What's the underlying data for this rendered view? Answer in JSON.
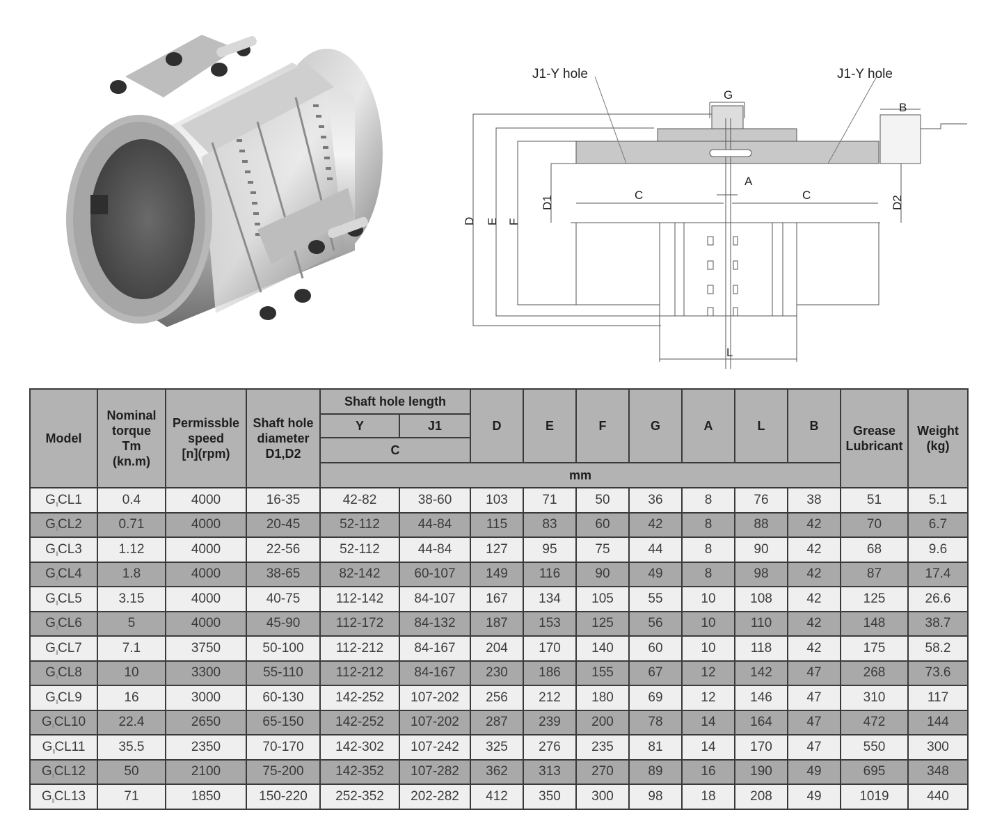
{
  "drawing": {
    "labels": {
      "hole_left": "J1-Y hole",
      "hole_right": "J1-Y hole",
      "G": "G",
      "B": "B",
      "A": "A",
      "C_left": "C",
      "C_right": "C",
      "D1": "D1",
      "D2": "D2",
      "D": "D",
      "E": "E",
      "F": "F",
      "L": "L"
    }
  },
  "table": {
    "headers": {
      "model": "Model",
      "torque": [
        "Nominal",
        "torque",
        "Tm",
        "(kn.m)"
      ],
      "speed": [
        "Permissble",
        "speed",
        "[n](rpm)"
      ],
      "diameter": [
        "Shaft hole",
        "diameter",
        "D1,D2"
      ],
      "shaft_hole_length": "Shaft hole length",
      "Y": "Y",
      "J1": "J1",
      "C": "C",
      "D": "D",
      "E": "E",
      "F": "F",
      "G": "G",
      "A": "A",
      "L": "L",
      "B": "B",
      "units": "mm",
      "grease": [
        "Grease",
        "Lubricant"
      ],
      "weight": [
        "Weight",
        "(kg)"
      ]
    },
    "model_prefix": "G",
    "model_subscript": "II",
    "rows": [
      {
        "model": "CL1",
        "torque": "0.4",
        "speed": "4000",
        "diameter": "16-35",
        "Y": "42-82",
        "J1": "38-60",
        "D": "103",
        "E": "71",
        "F": "50",
        "G": "36",
        "A": "8",
        "L": "76",
        "B": "38",
        "grease": "51",
        "weight": "5.1"
      },
      {
        "model": "CL2",
        "torque": "0.71",
        "speed": "4000",
        "diameter": "20-45",
        "Y": "52-112",
        "J1": "44-84",
        "D": "115",
        "E": "83",
        "F": "60",
        "G": "42",
        "A": "8",
        "L": "88",
        "B": "42",
        "grease": "70",
        "weight": "6.7"
      },
      {
        "model": "CL3",
        "torque": "1.12",
        "speed": "4000",
        "diameter": "22-56",
        "Y": "52-112",
        "J1": "44-84",
        "D": "127",
        "E": "95",
        "F": "75",
        "G": "44",
        "A": "8",
        "L": "90",
        "B": "42",
        "grease": "68",
        "weight": "9.6"
      },
      {
        "model": "CL4",
        "torque": "1.8",
        "speed": "4000",
        "diameter": "38-65",
        "Y": "82-142",
        "J1": "60-107",
        "D": "149",
        "E": "116",
        "F": "90",
        "G": "49",
        "A": "8",
        "L": "98",
        "B": "42",
        "grease": "87",
        "weight": "17.4"
      },
      {
        "model": "CL5",
        "torque": "3.15",
        "speed": "4000",
        "diameter": "40-75",
        "Y": "112-142",
        "J1": "84-107",
        "D": "167",
        "E": "134",
        "F": "105",
        "G": "55",
        "A": "10",
        "L": "108",
        "B": "42",
        "grease": "125",
        "weight": "26.6"
      },
      {
        "model": "CL6",
        "torque": "5",
        "speed": "4000",
        "diameter": "45-90",
        "Y": "112-172",
        "J1": "84-132",
        "D": "187",
        "E": "153",
        "F": "125",
        "G": "56",
        "A": "10",
        "L": "110",
        "B": "42",
        "grease": "148",
        "weight": "38.7"
      },
      {
        "model": "CL7",
        "torque": "7.1",
        "speed": "3750",
        "diameter": "50-100",
        "Y": "112-212",
        "J1": "84-167",
        "D": "204",
        "E": "170",
        "F": "140",
        "G": "60",
        "A": "10",
        "L": "118",
        "B": "42",
        "grease": "175",
        "weight": "58.2"
      },
      {
        "model": "CL8",
        "torque": "10",
        "speed": "3300",
        "diameter": "55-110",
        "Y": "112-212",
        "J1": "84-167",
        "D": "230",
        "E": "186",
        "F": "155",
        "G": "67",
        "A": "12",
        "L": "142",
        "B": "47",
        "grease": "268",
        "weight": "73.6"
      },
      {
        "model": "CL9",
        "torque": "16",
        "speed": "3000",
        "diameter": "60-130",
        "Y": "142-252",
        "J1": "107-202",
        "D": "256",
        "E": "212",
        "F": "180",
        "G": "69",
        "A": "12",
        "L": "146",
        "B": "47",
        "grease": "310",
        "weight": "117"
      },
      {
        "model": "CL10",
        "torque": "22.4",
        "speed": "2650",
        "diameter": "65-150",
        "Y": "142-252",
        "J1": "107-202",
        "D": "287",
        "E": "239",
        "F": "200",
        "G": "78",
        "A": "14",
        "L": "164",
        "B": "47",
        "grease": "472",
        "weight": "144"
      },
      {
        "model": "CL11",
        "torque": "35.5",
        "speed": "2350",
        "diameter": "70-170",
        "Y": "142-302",
        "J1": "107-242",
        "D": "325",
        "E": "276",
        "F": "235",
        "G": "81",
        "A": "14",
        "L": "170",
        "B": "47",
        "grease": "550",
        "weight": "300"
      },
      {
        "model": "CL12",
        "torque": "50",
        "speed": "2100",
        "diameter": "75-200",
        "Y": "142-352",
        "J1": "107-282",
        "D": "362",
        "E": "313",
        "F": "270",
        "G": "89",
        "A": "16",
        "L": "190",
        "B": "49",
        "grease": "695",
        "weight": "348"
      },
      {
        "model": "CL13",
        "torque": "71",
        "speed": "1850",
        "diameter": "150-220",
        "Y": "252-352",
        "J1": "202-282",
        "D": "412",
        "E": "350",
        "F": "300",
        "G": "98",
        "A": "18",
        "L": "208",
        "B": "49",
        "grease": "1019",
        "weight": "440"
      }
    ]
  },
  "colors": {
    "header_bg": "#b3b3b3",
    "row_light": "#efefef",
    "row_dark": "#a9a9a9",
    "grid": "#3a3a3a",
    "drawing_hatch": "#c8c8c8"
  }
}
